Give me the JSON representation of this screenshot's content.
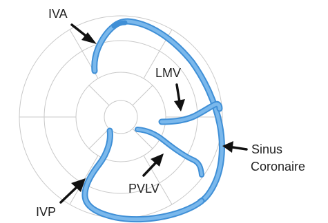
{
  "labels": {
    "iva": "IVA",
    "lmv": "LMV",
    "sinus_line1": "Sinus",
    "sinus_line2": "Coronaire",
    "pvlv": "PVLV",
    "ivp": "IVP"
  },
  "colors": {
    "vessel": "#63a8e2",
    "vessel_edge": "#3f8fd6",
    "bullseye_lines": "#c8c8c8",
    "arrow": "#111111",
    "text": "#222222"
  }
}
